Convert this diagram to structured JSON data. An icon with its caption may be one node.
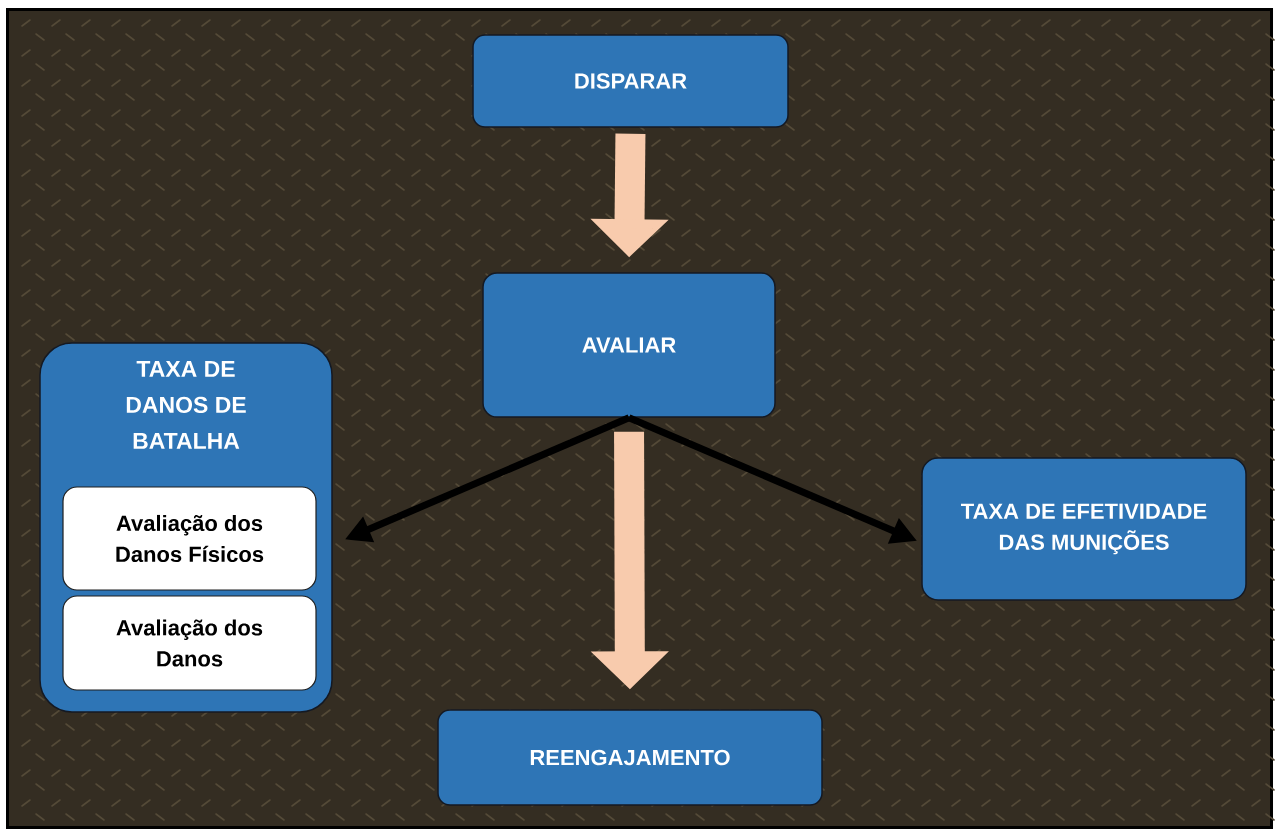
{
  "diagram": {
    "nodes": [
      {
        "text": [
          "DISPARAR"
        ]
      },
      {
        "text": [
          "AVALIAR"
        ]
      },
      {
        "text": [
          "TAXA DE DANOS DE BATALHA"
        ]
      },
      {
        "text": [
          "Avaliação dos Danos Físicos"
        ],
        "in": 2
      },
      {
        "text": [
          "Avaliação dos Danos"
        ],
        "in": 2
      },
      {
        "text": [
          "TAXA DE EFETIVIDADE DAS MUNIÇÕES"
        ]
      },
      {
        "text": [
          "REENGAJAMENTO"
        ]
      }
    ],
    "edges": [
      {
        "from": 0,
        "to": 1,
        "arrow": "to",
        "style": "thick",
        "color": "#f8cbad"
      },
      {
        "from": 1,
        "to": 2,
        "arrow": "to",
        "color": "#000000"
      },
      {
        "from": 1,
        "to": 5,
        "arrow": "to",
        "color": "#000000"
      },
      {
        "from": 1,
        "to": 6,
        "arrow": "to",
        "style": "thick",
        "color": "#f8cbad"
      }
    ]
  }
}
